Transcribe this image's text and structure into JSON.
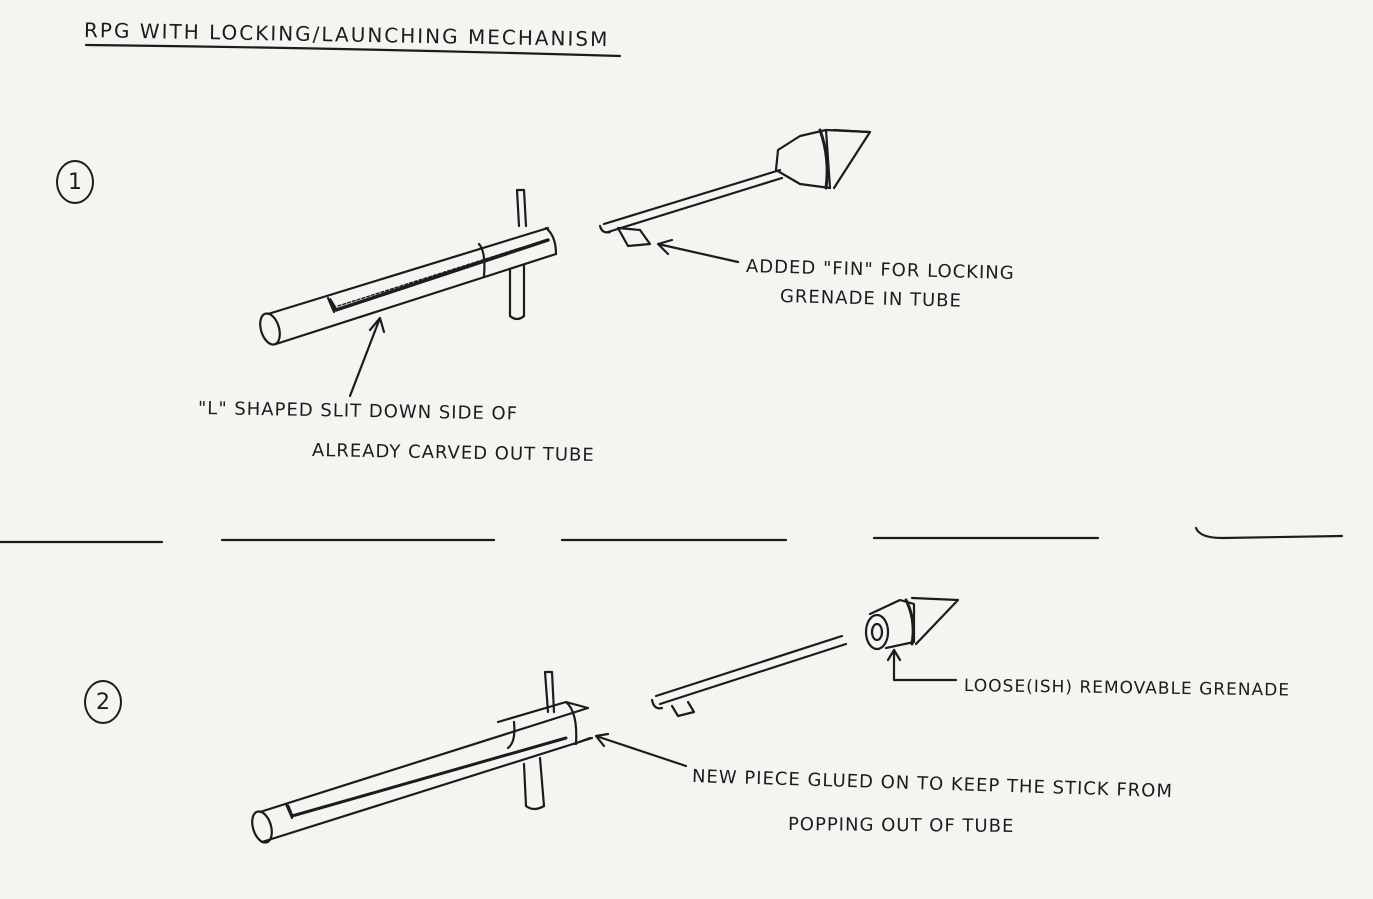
{
  "title": "RPG With Locking/Launching Mechanism",
  "steps": [
    {
      "number": "1",
      "labels": {
        "fin_line1": "Added \"Fin\" for locking",
        "fin_line2": "grenade in tube",
        "slit_line1": "\"L\" shaped slit down side of",
        "slit_line2": "already carved out tube"
      }
    },
    {
      "number": "2",
      "labels": {
        "grenade": "Loose(ish) removable grenade",
        "new_piece_line1": "New piece glued on to keep the stick from",
        "new_piece_line2": "popping out of tube"
      }
    }
  ],
  "colors": {
    "paper": "#f4f5f1",
    "ink": "#1c1c1f"
  }
}
